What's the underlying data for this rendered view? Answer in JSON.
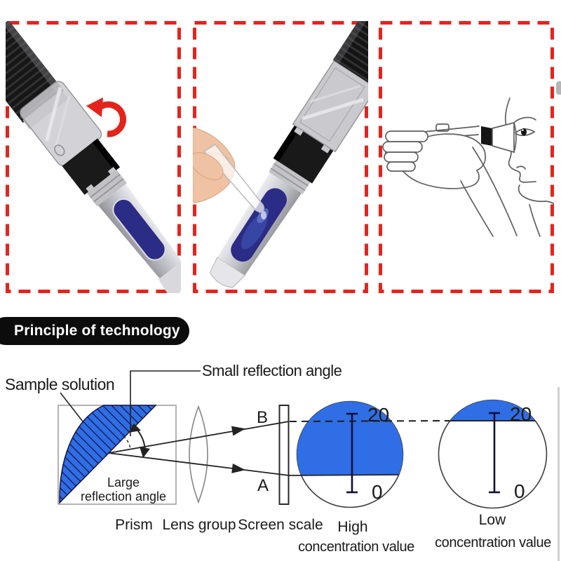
{
  "header": {
    "title": "Principle of technology"
  },
  "colors": {
    "border_red": "#e6231c",
    "sample_blue": "#2f6ee4",
    "grip_navy": "#2b2c85",
    "pill_black": "#0c0c0c"
  },
  "steps": {
    "step1_icon": "refractometer-open-daylight-plate",
    "step1_arrow_icon": "rotate-counterclockwise-arrow",
    "step2_icon": "dropper-applying-sample-on-prism",
    "step3_icon": "person-reading-through-eyepiece"
  },
  "diagram": {
    "labels": {
      "sample_solution": "Sample solution",
      "small_reflection_angle": "Small reflection angle",
      "large_reflection_line1": "Large",
      "large_reflection_line2": "reflection angle",
      "ray_b": "B",
      "ray_a": "A",
      "prism": "Prism",
      "lens_group": "Lens group",
      "screen_scale": "Screen scale",
      "high_line1": "High",
      "high_line2": "concentration value",
      "low_line1": "Low",
      "low_line2": "concentration value"
    },
    "high_scale": {
      "max": "20",
      "min": "0"
    },
    "low_scale": {
      "max": "20",
      "min": "0"
    }
  }
}
